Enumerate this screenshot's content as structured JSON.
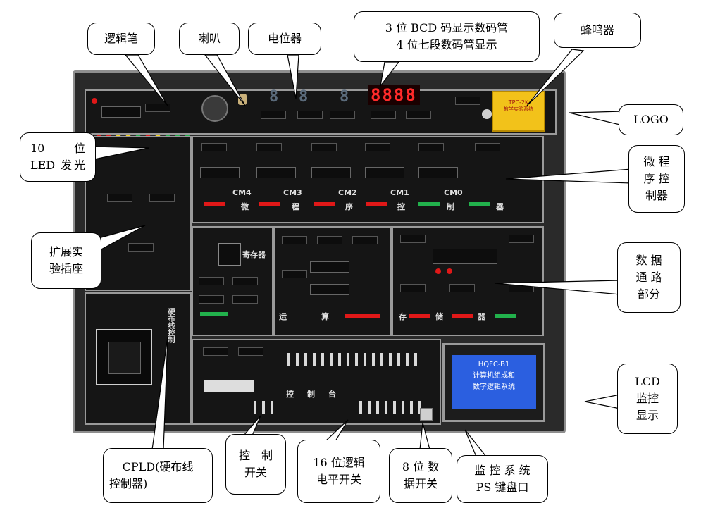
{
  "callouts": {
    "logic_pen": "逻辑笔",
    "speaker": "喇叭",
    "potentiometer": "电位器",
    "display_line1": "3 位 BCD 码显示数码管",
    "display_line2": "4 位七段数码管显示",
    "buzzer": "蜂鸣器",
    "logo": "LOGO",
    "led_line1": "10　　位",
    "led_line2": "LED 发光",
    "microprogram_line1": "微 程",
    "microprogram_line2": "序 控",
    "microprogram_line3": "制器",
    "expansion_line1": "扩展实",
    "expansion_line2": "验插座",
    "datapath_line1": "数 据",
    "datapath_line2": "通 路",
    "datapath_line3": "部分",
    "lcd_line1": "LCD",
    "lcd_line2": "监控",
    "lcd_line3": "显示",
    "cpld_line1": "CPLD(硬布线",
    "cpld_line2": "控制器)",
    "control_switch_line1": "控　制",
    "control_switch_line2": "开关",
    "logic_switch_line1": "16 位逻辑",
    "logic_switch_line2": "电平开关",
    "data_switch_line1": "8 位 数",
    "data_switch_line2": "据开关",
    "ps_port_line1": "监 控 系 统",
    "ps_port_line2": "PS 键盘口"
  },
  "board": {
    "seg_digits": "8888",
    "bcd_digits": [
      "8",
      "8",
      "8"
    ],
    "cm_labels": [
      "CM4",
      "CM3",
      "CM2",
      "CM1",
      "CM0"
    ],
    "micro_title": [
      "微",
      "程",
      "序",
      "控",
      "制",
      "器"
    ],
    "register_label": "寄存器",
    "alu_title": [
      "运",
      "算"
    ],
    "memory_title": [
      "存",
      "储",
      "器"
    ],
    "console_title": [
      "控",
      "制",
      "台"
    ],
    "lcd_line1": "HQFC-B1",
    "lcd_line2": "计算机组成和",
    "lcd_line3": "数字逻辑系统",
    "hardwired_label": "硬布线控制",
    "logo_text": "TPC-2K",
    "logo_subtext": "教学实验系统"
  },
  "colors": {
    "board": "#2a2a2a",
    "seg_red": "#ff2a2a",
    "lcd_blue": "#2b5fe0",
    "logo_yellow": "#f2c21a",
    "led_red": "#e01818",
    "led_green": "#22b14c",
    "led_yellow": "#f5d01a"
  }
}
